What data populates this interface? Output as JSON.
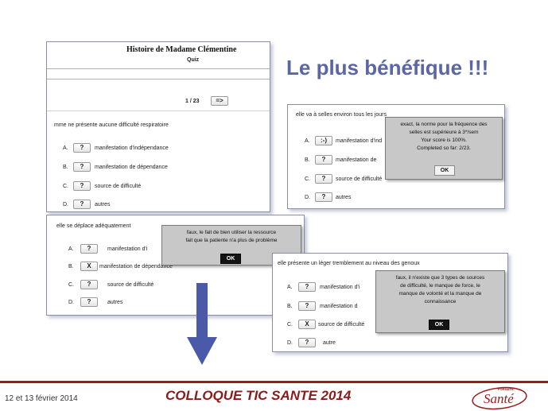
{
  "headline": "Le plus bénéfique !!!",
  "footer": {
    "date": "12 et 13 février 2014",
    "event_title": "COLLOQUE TIC SANTE 2014",
    "logo_small": "FORMATIC",
    "logo_text": "Santé"
  },
  "quiz_main": {
    "title": "Histoire de Madame Clémentine",
    "subtitle": "Quiz",
    "pagination": "1 / 23",
    "next_button": "=>",
    "question": "mme ne présente aucune difficulté respiratoire",
    "options": [
      {
        "letter": "A.",
        "answer": "?",
        "label": "manifestation d'indépendance"
      },
      {
        "letter": "B.",
        "answer": "?",
        "label": "manifestation de dépendance"
      },
      {
        "letter": "C.",
        "answer": "?",
        "label": "source de difficulté"
      },
      {
        "letter": "D.",
        "answer": "?",
        "label": "autres"
      }
    ]
  },
  "quiz_selles": {
    "question": "elle va à selles environ tous les jours",
    "options": [
      {
        "letter": "A.",
        "answer": ":-)",
        "label": "manifestation d'ind"
      },
      {
        "letter": "B.",
        "answer": "?",
        "label": "manifestation de"
      },
      {
        "letter": "C.",
        "answer": "?",
        "label": "source de difficulté"
      },
      {
        "letter": "D.",
        "answer": "?",
        "label": "autres"
      }
    ],
    "popup": {
      "lines": [
        "exact, la norme pour la fréquence des",
        "selles est supérieure à 3*/sem",
        "Your score is 100%.",
        "Completed so far: 2/23."
      ],
      "ok": "OK"
    }
  },
  "quiz_deplace": {
    "question": "elle se déplace adéquatement",
    "options": [
      {
        "letter": "A.",
        "answer": "?",
        "label": "manifestation d'i"
      },
      {
        "letter": "B.",
        "answer": "X",
        "label": "manifestation de dépendance"
      },
      {
        "letter": "C.",
        "answer": "?",
        "label": "source de difficulté"
      },
      {
        "letter": "D.",
        "answer": "?",
        "label": "autres"
      }
    ],
    "popup": {
      "lines": [
        "faux, le fait de bien utiliser la ressource",
        "fait que la patiente n'a plus de problème"
      ],
      "ok": "OK"
    }
  },
  "quiz_genoux": {
    "question": "elle présente un léger tremblement au niveau des genoux",
    "options": [
      {
        "letter": "A.",
        "answer": "?",
        "label": "manifestation d'i"
      },
      {
        "letter": "B.",
        "answer": "?",
        "label": "manifestation d"
      },
      {
        "letter": "C.",
        "answer": "X",
        "label": "source de difficulté"
      },
      {
        "letter": "D.",
        "answer": "?",
        "label": "autre"
      }
    ],
    "popup": {
      "lines": [
        "faux, il n'existe que 3 types de sources",
        "de difficulté, le manque de force, le",
        "manque de volonté et la manque de",
        "connaissance"
      ],
      "ok": "OK"
    }
  },
  "colors": {
    "headline": "#5b66a6",
    "event_title": "#8b1a1a",
    "arrow": "#4a5aa8",
    "footer_rule": "#9b1b1b"
  }
}
